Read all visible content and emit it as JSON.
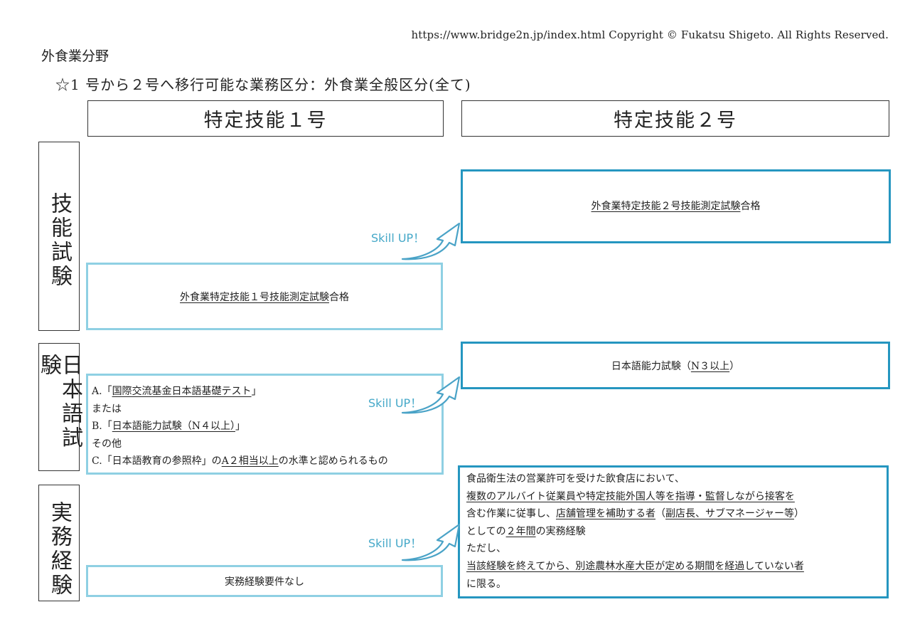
{
  "copyright": "https://www.bridge2n.jp/index.html Copyright © Fukatsu Shigeto. All Rights Reserved.",
  "title": "外食業分野",
  "subtitle": "☆1 号から２号へ移行可能な業務区分：外食業全般区分(全て)",
  "columns": {
    "tokutei1": "特定技能１号",
    "tokutei2": "特定技能２号"
  },
  "rows": {
    "skill_test": "技能試験",
    "japanese_test": "日本語試験",
    "experience": "実務経験"
  },
  "skill_up_label": "Skill UP！",
  "skill_test": {
    "tokutei1_text": "外食業特定技能１号技能測定試験",
    "tokutei1_suffix": "合格",
    "tokutei2_text": "外食業特定技能２号技能測定試験",
    "tokutei2_suffix": "合格"
  },
  "japanese_test": {
    "tokutei1": {
      "a_prefix": "A.「",
      "a_test": "国際交流基金日本語基礎テスト",
      "a_suffix": "」",
      "or": "または",
      "b_prefix": "B.「",
      "b_test": "日本語能力試験（N４以上）",
      "b_suffix": "」",
      "other": "その他",
      "c_prefix": "C.「日本語教育の参照枠」の",
      "c_level": "A２相当以上",
      "c_suffix": "の水準と認められるもの"
    },
    "tokutei2": {
      "prefix": "日本語能力試験（",
      "level": "N３以上",
      "suffix": "）"
    }
  },
  "experience": {
    "tokutei1_text": "実務経験要件なし",
    "tokutei2": {
      "line1": "食品衛生法の営業許可を受けた飲食店において、",
      "line2": "複数のアルバイト従業員や特定技能外国人等を指導・監督しながら接客を",
      "line3a": "含む作業に従事し、",
      "line3b": "店舗管理を補助する者",
      "line3c": "（",
      "line3d": "副店長、サブマネージャー等",
      "line3e": "）",
      "line4a": "としての",
      "line4b": "２年間",
      "line4c": "の実務経験",
      "line5": "ただし、",
      "line6": "当該経験を終えてから、別途農林水産大臣が定める期間を経過していない者",
      "line7": "に限る。"
    }
  }
}
